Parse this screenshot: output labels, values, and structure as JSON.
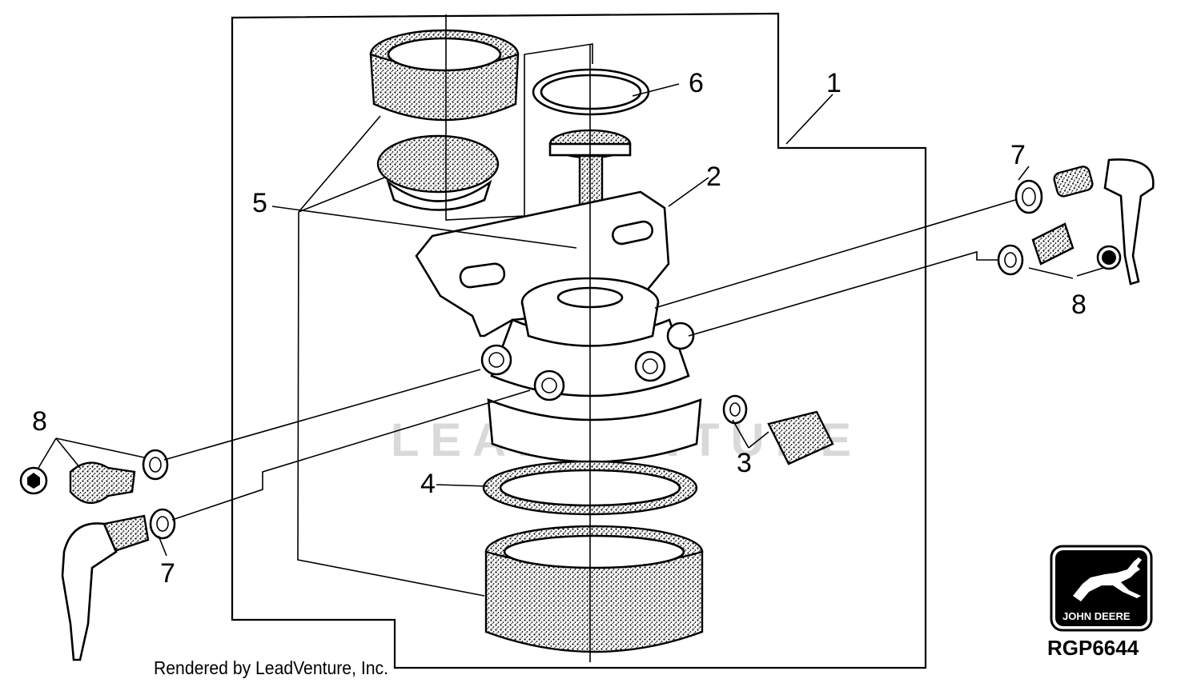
{
  "callouts": [
    {
      "label": "1"
    },
    {
      "label": "2"
    },
    {
      "label": "3"
    },
    {
      "label": "4"
    },
    {
      "label": "5"
    },
    {
      "label": "6"
    },
    {
      "label": "7"
    },
    {
      "label": "7"
    },
    {
      "label": "8"
    },
    {
      "label": "8"
    }
  ],
  "credit": "Rendered by LeadVenture, Inc.",
  "drawing_number": "RGP6644",
  "logo": {
    "text": "JOHN DEERE",
    "icon": "leaping-deer-icon"
  },
  "watermark": "LEADVENTURE",
  "colors": {
    "line": "#000000",
    "background": "#ffffff"
  }
}
